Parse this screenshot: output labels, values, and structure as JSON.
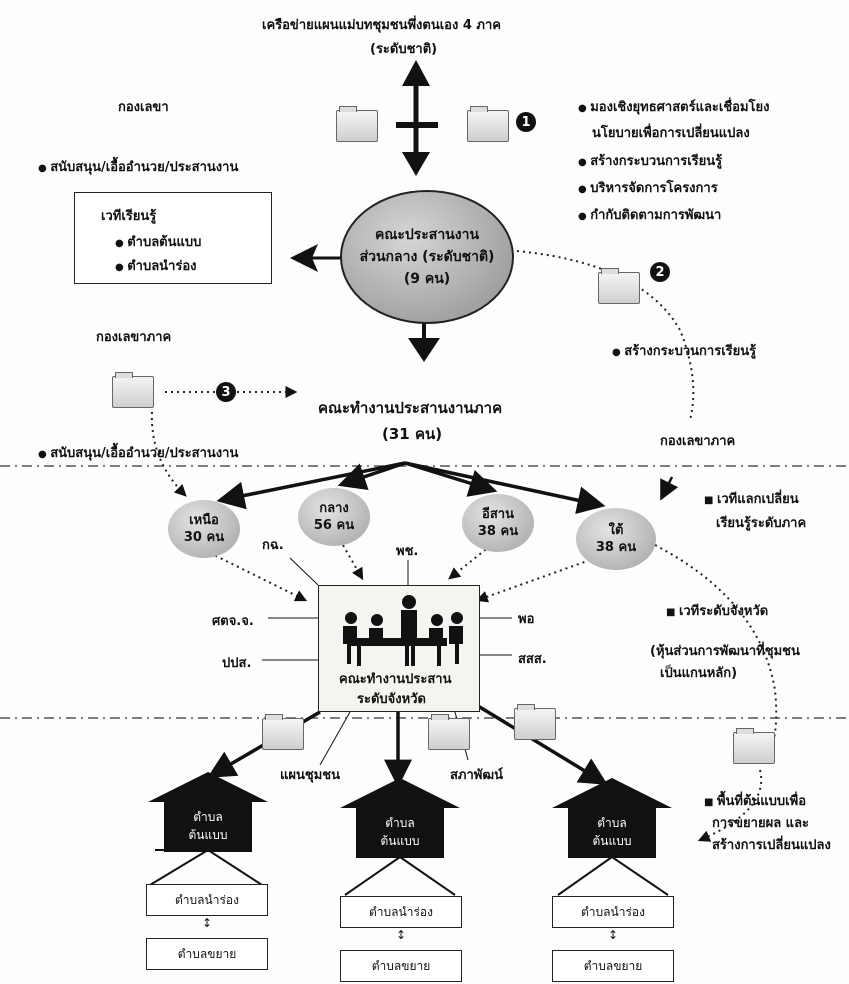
{
  "top": {
    "network_title": "เครือข่ายแผนแม่บทชุมชนพึ่งตนเอง 4 ภาค",
    "network_level": "(ระดับชาติ)"
  },
  "secretariat": {
    "label": "กองเลขา",
    "support_text": "สนับสนุน/เอื้ออำนวย/ประสานงาน"
  },
  "markers": {
    "m1": "1",
    "m2": "2",
    "m3": "3"
  },
  "right_bullets": [
    "มองเชิงยุทธศาสตร์และเชื่อมโยง",
    "นโยบายเพื่อการเปลี่ยนแปลง",
    "สร้างกระบวนการเรียนรู้",
    "บริหารจัดการโครงการ",
    "กำกับติดตามการพัฒนา"
  ],
  "forum": {
    "title": "เวทีเรียนรู้",
    "items": [
      "ตำบลต้นแบบ",
      "ตำบลนำร่อง"
    ]
  },
  "central_committee": {
    "line1": "คณะประสานงาน",
    "line2": "ส่วนกลาง (ระดับชาติ)",
    "line3": "(9 คน)"
  },
  "right_mid_bullet": "สร้างกระบวนการเรียนรู้",
  "regional_secretariat_left": "กองเลขาภาค",
  "regional_secretariat_right": "กองเลขาภาค",
  "regional_committee": {
    "line1": "คณะทำงานประสานงานภาค",
    "line2": "(31 คน)"
  },
  "regional_support_text": "สนับสนุน/เอื้ออำนวย/ประสานงาน",
  "regions": [
    {
      "name": "เหนือ",
      "count": "30 คน"
    },
    {
      "name": "กลาง",
      "count": "56 คน"
    },
    {
      "name": "อีสาน",
      "count": "38 คน"
    },
    {
      "name": "ใต้",
      "count": "38 คน"
    }
  ],
  "regional_forum": [
    "เวทีแลกเปลี่ยน",
    "เรียนรู้ระดับภาค"
  ],
  "province_forum": "เวทีระดับจังหวัด",
  "province_partnership": [
    "(หุ้นส่วนการพัฒนาที่ชุมชน",
    "เป็นแกนหลัก)"
  ],
  "province_committee": {
    "line1": "คณะทำงานประสาน",
    "line2": "ระดับจังหวัด"
  },
  "agencies": {
    "kch": "กฉ.",
    "pch": "พช.",
    "sdj": "ศตจ.จ.",
    "por": "พอ",
    "ppos": "ปปส.",
    "sss": "สสส."
  },
  "community_plan": "แผนชุมชน",
  "council": "สภาพัฒน์",
  "pilot_area": [
    "พื้นที่ต้นแบบเพื่อ",
    "การขยายผล และ",
    "สร้างการเปลี่ยนแปลง"
  ],
  "model_tambon": {
    "line1": "ตำบล",
    "line2": "ต้นแบบ"
  },
  "pilot_tambon": "ตำบลนำร่อง",
  "expansion_tambon": "ตำบลขยาย"
}
